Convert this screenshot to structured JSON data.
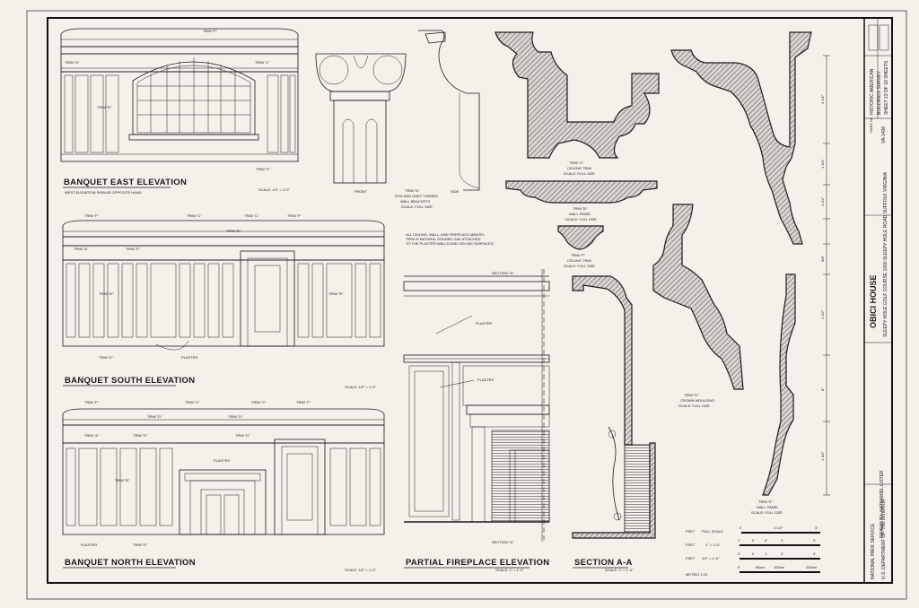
{
  "labels": {
    "trim_a": "TRIM \"A\"",
    "trim_b": "TRIM \"B\"",
    "trim_c": "TRIM \"C\"",
    "trim_d": "TRIM \"D\"",
    "trim_e": "TRIM \"E\"",
    "trim_f": "TRIM \"F\"",
    "plaster": "PLASTER",
    "front": "FRONT",
    "side": "SIDE",
    "section_a_marker": "SECTION \"A\""
  },
  "east": {
    "title": "BANQUET EAST ELEVATION",
    "note": "WEST ELEVATION SIMILAR OPPOSITE HAND",
    "scale": "SCALE: 1/2\" = 1'-0\""
  },
  "south": {
    "title": "BANQUET SOUTH ELEVATION",
    "scale": "SCALE: 1/2\" = 1'-0\""
  },
  "north": {
    "title": "BANQUET NORTH ELEVATION",
    "scale": "SCALE: 1/2\" = 1'-0\""
  },
  "trim_a_detail": {
    "l1": "TRIM \"A\"",
    "l2": "EGG AND DART THEMED",
    "l3": "WALL BRACKETS",
    "l4": "SCALE: FULL SIZE"
  },
  "trim_c_detail": {
    "l1": "TRIM \"C\"",
    "l2": "CEILING TRIM",
    "l3": "SCALE: FULL SIZE"
  },
  "trim_b_detail": {
    "l1": "TRIM \"B\"",
    "l2": "WALL PANEL",
    "l3": "SCALE: FULL SIZE"
  },
  "trim_f_detail": {
    "l1": "TRIM \"F\"",
    "l2": "CEILING TRIM",
    "l3": "SCALE: FULL SIZE"
  },
  "trim_d_detail": {
    "l1": "TRIM \"D\"",
    "l2": "CROWN MOULDING",
    "l3": "SCALE: FULL SIZE"
  },
  "trim_e_detail": {
    "l1": "TRIM \"E\"",
    "l2": "WALL PANEL",
    "l3": "SCALE: FULL SIZE"
  },
  "mantel_note": {
    "l1": "ALL CEILING, WALL, AND FIREPLACE MANTEL",
    "l2": "TRIM IS NATURAL STAINED OAK ATTACHED",
    "l3": "TO THE PLASTER WALLS AND CEILING SURFACES."
  },
  "fireplace": {
    "title": "PARTIAL FIREPLACE ELEVATION",
    "scale": "SCALE: 1\" = 1'-0\""
  },
  "section_aa": {
    "title": "SECTION  A-A",
    "scale": "SCALE: 1\" = 1'-0\""
  },
  "dims": [
    "3 1/2\"",
    "1 3/4\"",
    "1 1/2\"",
    "5/8\"",
    "1 1/2\"",
    "8\"",
    "1 3/4\""
  ],
  "scales": {
    "full_label": "FEET",
    "full_value": "FULL SCALE",
    "full_ticks": [
      "0",
      "1 1/2\"",
      "3\""
    ],
    "one_label": "FEET",
    "one_value": "1\" = 1'-0\"",
    "one_ticks": [
      "1'",
      "0",
      "6\"",
      "1'",
      "2'"
    ],
    "half_label": "FEET",
    "half_value": "1/2\" = 1'-0\"",
    "half_ticks": [
      "2'",
      "0",
      "1'",
      "2'",
      "4'"
    ],
    "metric_label": "METRIC 1:24",
    "metric_ticks": [
      "0",
      "50cm",
      "100cm",
      "200cm"
    ]
  },
  "title_block": {
    "agency1": "NATIONAL PARK SERVICE",
    "agency2": "U.S. DEPARTMENT OF THE INTERIOR",
    "drawn_by": "DRAWN BY: NATHANIEL LISTER",
    "building": "OBICI HOUSE",
    "address": "SLEEPY HOLE GOLF COURSE    1000 SLEEPY HOLE ROAD    SUFFOLK    VIRGINIA",
    "survey1": "HISTORIC AMERICAN",
    "survey2": "BUILDINGS SURVEY",
    "sheet": "SHEET 13 OF 18 SHEETS",
    "survey_no": "VA-1406",
    "survey_no_label": "HABS No."
  }
}
